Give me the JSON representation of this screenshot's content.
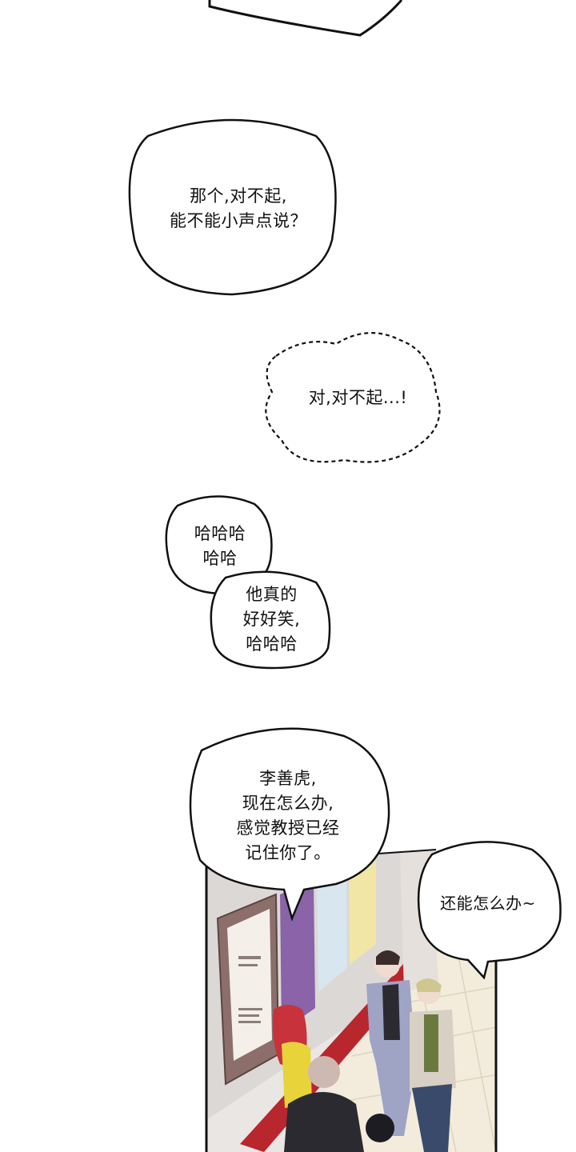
{
  "bubbles": {
    "b1": {
      "lines": [
        "那个,对不起,",
        "能不能小声点说？"
      ]
    },
    "b2": {
      "lines": [
        "对,对不起...!"
      ]
    },
    "b3": {
      "lines": [
        "哈哈哈",
        "哈哈"
      ]
    },
    "b4": {
      "lines": [
        "他真的",
        "好好笑,",
        "哈哈哈"
      ]
    },
    "b5": {
      "lines": [
        "李善虎,",
        "现在怎么办,",
        "感觉教授已经",
        "记住你了。"
      ]
    },
    "b6": {
      "lines": [
        "还能怎么办~"
      ]
    }
  },
  "colors": {
    "ink": "#111111",
    "red_stripe": "#b8262e",
    "hair_red": "#c8323a",
    "jacket_yellow": "#e8d33a",
    "poster_purple": "#8a63a8"
  }
}
